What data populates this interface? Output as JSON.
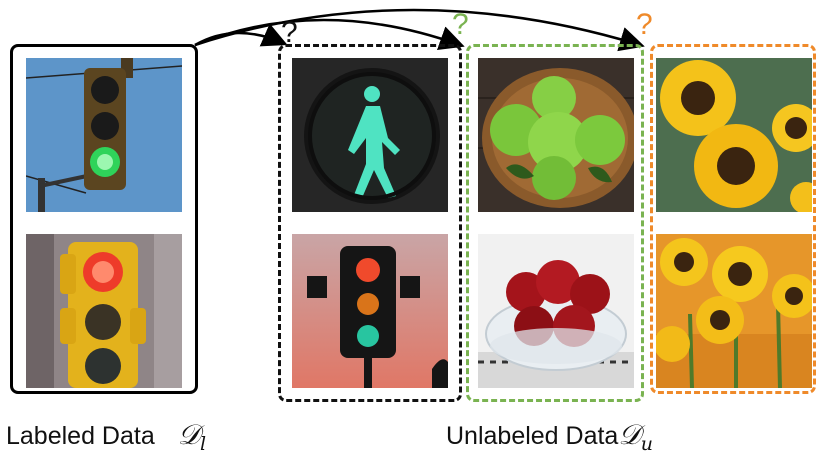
{
  "labels": {
    "labeled": "Labeled Data",
    "labeled_symbol": "𝒟",
    "labeled_sub": "l",
    "unlabeled": "Unlabeled Data",
    "unlabeled_symbol": "𝒟",
    "unlabeled_sub": "u"
  },
  "question_marks": [
    {
      "text": "?",
      "color": "#111111"
    },
    {
      "text": "?",
      "color": "#7ab351"
    },
    {
      "text": "?",
      "color": "#ef8a2a"
    }
  ],
  "groups": [
    {
      "id": "labeled",
      "border": "solid",
      "color": "#000000",
      "images": [
        "traffic-light-green-icon",
        "traffic-light-red-icon"
      ]
    },
    {
      "id": "pedestrian-lights",
      "border": "dashed",
      "color": "#111111",
      "images": [
        "pedestrian-signal-icon",
        "traffic-light-sunset-icon"
      ]
    },
    {
      "id": "apples",
      "border": "dashed",
      "color": "#7ab351",
      "images": [
        "green-apples-icon",
        "red-apples-icon"
      ]
    },
    {
      "id": "sunflowers",
      "border": "dashed",
      "color": "#ef8a2a",
      "images": [
        "sunflowers-icon",
        "sunflower-field-icon"
      ]
    }
  ]
}
